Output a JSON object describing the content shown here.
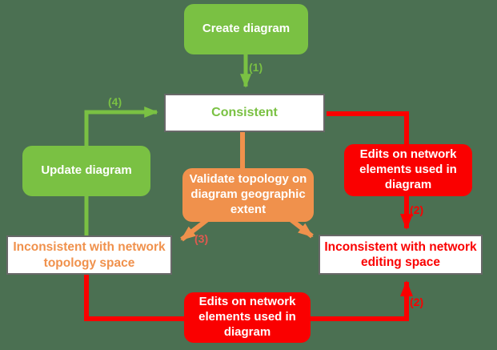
{
  "nodes": {
    "create_diagram": {
      "label": "Create diagram",
      "kind": "action",
      "fill": "#7ac143",
      "text_color": "#ffffff"
    },
    "consistent": {
      "label": "Consistent",
      "kind": "state",
      "fill": "#ffffff",
      "text_color": "#7ac143"
    },
    "update_diagram": {
      "label": "Update diagram",
      "kind": "action",
      "fill": "#7ac143",
      "text_color": "#ffffff"
    },
    "validate_topology": {
      "label": "Validate topology on diagram geographic extent",
      "kind": "action",
      "fill": "#f0914c",
      "text_color": "#ffffff"
    },
    "edits_network_right": {
      "label": "Edits on network elements used in diagram",
      "kind": "action",
      "fill": "#fa0000",
      "text_color": "#ffffff"
    },
    "edits_network_bottom": {
      "label": "Edits on network elements used in diagram",
      "kind": "action",
      "fill": "#fa0000",
      "text_color": "#ffffff"
    },
    "inconsistent_topology": {
      "label": "Inconsistent with network topology space",
      "kind": "state",
      "fill": "#ffffff",
      "text_color": "#f0914c"
    },
    "inconsistent_editing": {
      "label": "Inconsistent with network editing space",
      "kind": "state",
      "fill": "#ffffff",
      "text_color": "#fa0000"
    }
  },
  "edge_labels": {
    "step1": "(1)",
    "step2_right": "(2)",
    "step2_bottom": "(2)",
    "step3": "(3)",
    "step4": "(4)"
  },
  "edges": [
    {
      "from": "create_diagram",
      "to": "consistent",
      "label": "(1)",
      "color": "#7ac143"
    },
    {
      "from": "inconsistent_topology",
      "to": "consistent",
      "via": "update_diagram",
      "label": "(4)",
      "color": "#7ac143"
    },
    {
      "from": "consistent",
      "to": "validate_topology",
      "label": "",
      "color": "#f0914c"
    },
    {
      "from": "validate_topology",
      "to": "inconsistent_topology",
      "label": "(3)",
      "color": "#f0914c"
    },
    {
      "from": "validate_topology",
      "to": "inconsistent_editing",
      "label": "",
      "color": "#f0914c"
    },
    {
      "from": "consistent",
      "to": "inconsistent_editing",
      "via": "edits_network_right",
      "label": "(2)",
      "color": "#fa0000"
    },
    {
      "from": "inconsistent_topology",
      "to": "inconsistent_editing",
      "via": "edits_network_bottom",
      "label": "(2)",
      "color": "#fa0000"
    }
  ],
  "colors": {
    "background": "#4b7052",
    "green": "#7ac143",
    "orange": "#f0914c",
    "red": "#fa0000",
    "state_box_border": "#686868",
    "state_box_fill": "#ffffff",
    "step3_label": "#e05a50"
  }
}
